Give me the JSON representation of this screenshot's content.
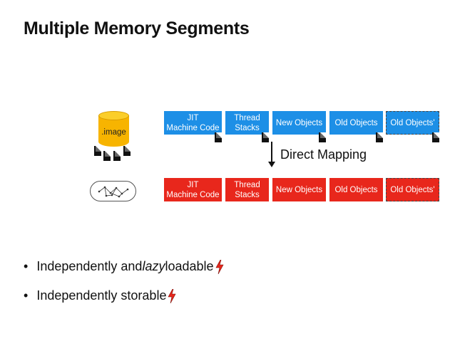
{
  "title": "Multiple Memory Segments",
  "image_label": ".image",
  "image_segments": [
    {
      "line1": "JIT",
      "line2": "Machine Code"
    },
    {
      "line1": "Thread",
      "line2": "Stacks"
    },
    {
      "line1": "New Objects",
      "line2": ""
    },
    {
      "line1": "Old Objects",
      "line2": ""
    },
    {
      "line1": "Old Objects'",
      "line2": ""
    }
  ],
  "memory_segments": [
    {
      "line1": "JIT",
      "line2": "Machine Code"
    },
    {
      "line1": "Thread",
      "line2": "Stacks"
    },
    {
      "line1": "New Objects",
      "line2": ""
    },
    {
      "line1": "Old Objects",
      "line2": ""
    },
    {
      "line1": "Old Objects'",
      "line2": ""
    }
  ],
  "mapping_label": "Direct Mapping",
  "bullets": [
    {
      "before": "Independently and ",
      "italic": "lazy",
      "after": " loadable"
    },
    {
      "before": "Independently storable",
      "italic": "",
      "after": ""
    }
  ],
  "colors": {
    "image_segment": "#1d8fe6",
    "memory_segment": "#e8271c",
    "database": "#f7b400"
  }
}
